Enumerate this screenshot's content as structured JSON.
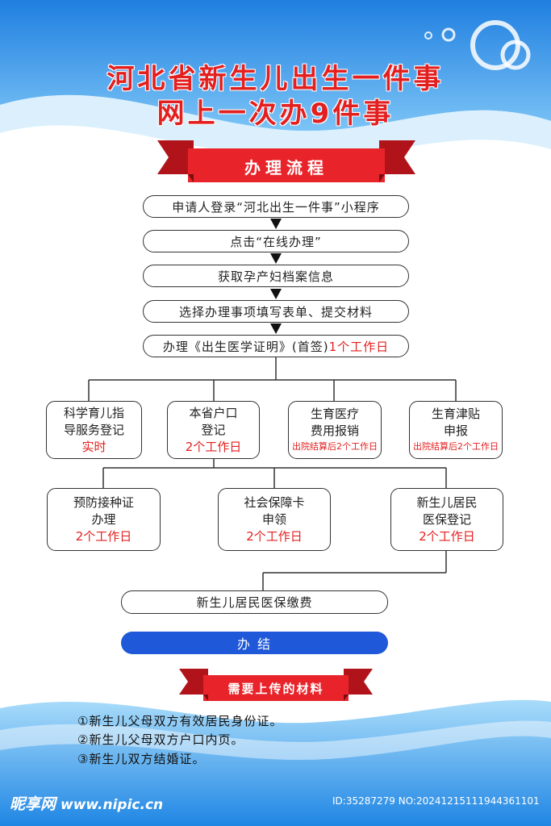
{
  "title": {
    "line1": "河北省新生儿出生一件事",
    "line2": "网上一次办9件事"
  },
  "process_banner": "办理流程",
  "steps": [
    "申请人登录“河北出生一件事”小程序",
    "点击“在线办理”",
    "获取孕产妇档案信息",
    "选择办理事项填写表单、提交材料"
  ],
  "certificate_step": {
    "label": "办理《出生医学证明》(首签)",
    "time": "1个工作日"
  },
  "row1": [
    {
      "line1": "科学育儿指",
      "line2": "导服务登记",
      "time": "实时"
    },
    {
      "line1": "本省户口",
      "line2": "登记",
      "time": "2个工作日"
    },
    {
      "line1": "生育医疗",
      "line2": "费用报销",
      "time": "出院结算后2个工作日"
    },
    {
      "line1": "生育津贴",
      "line2": "申报",
      "time": "出院结算后2个工作日"
    }
  ],
  "row2": [
    {
      "line1": "预防接种证",
      "line2": "办理",
      "time": "2个工作日"
    },
    {
      "line1": "社会保障卡",
      "line2": "申领",
      "time": "2个工作日"
    },
    {
      "line1": "新生儿居民",
      "line2": "医保登记",
      "time": "2个工作日"
    }
  ],
  "payment_step": "新生儿居民医保缴费",
  "final_step": "办 结",
  "materials_banner": "需要上传的材料",
  "materials": [
    "①新生儿父母双方有效居民身份证。",
    "②新生儿父母双方户口内页。",
    "③新生儿双方结婚证。"
  ],
  "watermark": {
    "logo": "昵享网",
    "url": "www.nipic.cn",
    "id": "ID:35287279 NO:20241215111944361101"
  },
  "colors": {
    "title_red": "#e31f1f",
    "ribbon_red": "#e8242a",
    "final_blue": "#1f58d8",
    "bg_blue": "#2e8ee6"
  }
}
